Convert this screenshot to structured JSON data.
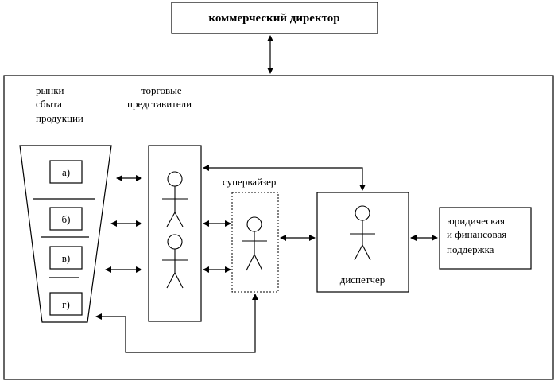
{
  "director": {
    "label": "коммерческий директор"
  },
  "markets": {
    "heading_lines": [
      "рынки",
      "сбыта",
      "продукции"
    ],
    "segments": [
      "а)",
      "б)",
      "в)",
      "г)"
    ]
  },
  "reps": {
    "heading_lines": [
      "торговые",
      "представители"
    ]
  },
  "supervisor": {
    "label": "супервайзер"
  },
  "dispatcher": {
    "label": "диспетчер"
  },
  "support": {
    "lines": [
      "юридическая",
      "и финансовая",
      "поддержка"
    ]
  }
}
